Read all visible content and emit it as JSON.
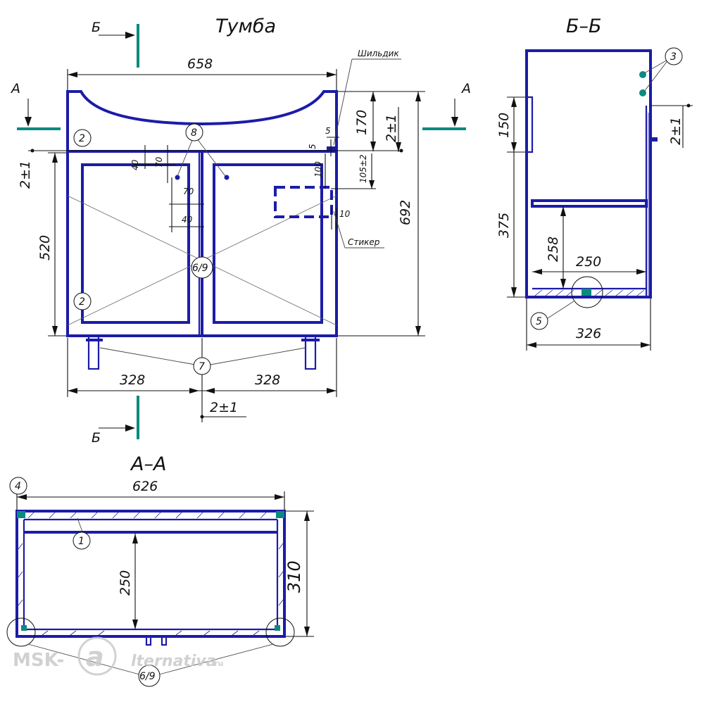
{
  "views": {
    "front": {
      "title": "Тумба"
    },
    "section_a": {
      "title": "А–А"
    },
    "section_b": {
      "title": "Б–Б"
    }
  },
  "cut_labels": {
    "a": "А",
    "b": "Б"
  },
  "labels": {
    "nameplate": "Шильдик",
    "sticker": "Стикер"
  },
  "front_dims": {
    "width": "658",
    "height": "692",
    "top_height": "170",
    "gap_top": "2±1",
    "gap_left": "2±1",
    "door_height": "520",
    "door_w_left": "328",
    "door_w_right": "328",
    "gap_bottom": "2±1",
    "nameplate_off_h": "5",
    "nameplate_off_v": "5",
    "sticker_vert": "100",
    "sticker_dist": "105±2",
    "sticker_side": "10",
    "hole_v1": "70",
    "hole_h1": "40",
    "hole_v2": "70",
    "hole_h2": "40"
  },
  "section_a_dims": {
    "width": "626",
    "depth": "310",
    "inner": "250"
  },
  "section_b_dims": {
    "depth": "326",
    "height_lower": "375",
    "height_upper": "150",
    "shelf_height": "258",
    "shelf_depth": "250",
    "gap": "2±1"
  },
  "balloons": {
    "b1": "1",
    "b2a": "2",
    "b2b": "2",
    "b3": "3",
    "b4": "4",
    "b5": "5",
    "b69_front": "6/9",
    "b69_a": "6/9",
    "b7": "7",
    "b8": "8"
  },
  "watermark": {
    "left": "MSK-",
    "right": "lternativa",
    "tld": ".ru"
  },
  "colors": {
    "part": "#1c1ca8",
    "cut_mark": "#0c8a80"
  }
}
